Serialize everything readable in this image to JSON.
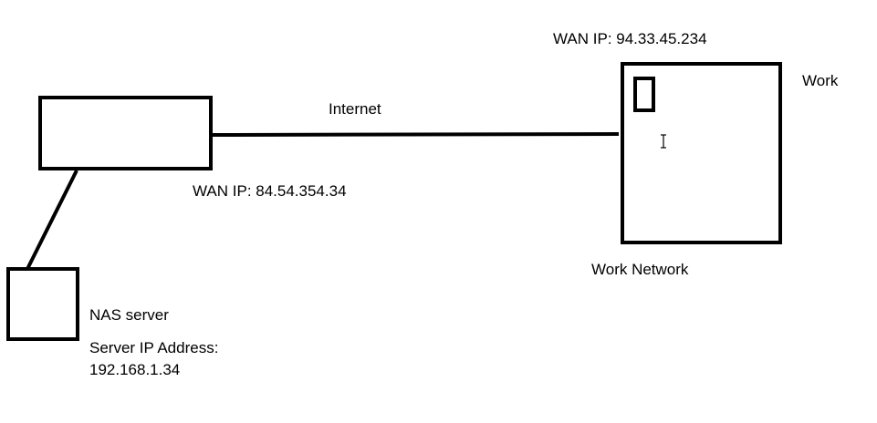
{
  "labels": {
    "work_wan_ip": "WAN IP: 94.33.45.234",
    "work": "Work",
    "internet": "Internet",
    "home_wan_ip": "WAN IP: 84.54.354.34",
    "work_network": "Work Network",
    "nas_server": "NAS server",
    "server_ip_label": "Server IP Address:",
    "server_ip_value": "192.168.1.34"
  },
  "colors": {
    "stroke": "#000000",
    "background": "#ffffff"
  }
}
